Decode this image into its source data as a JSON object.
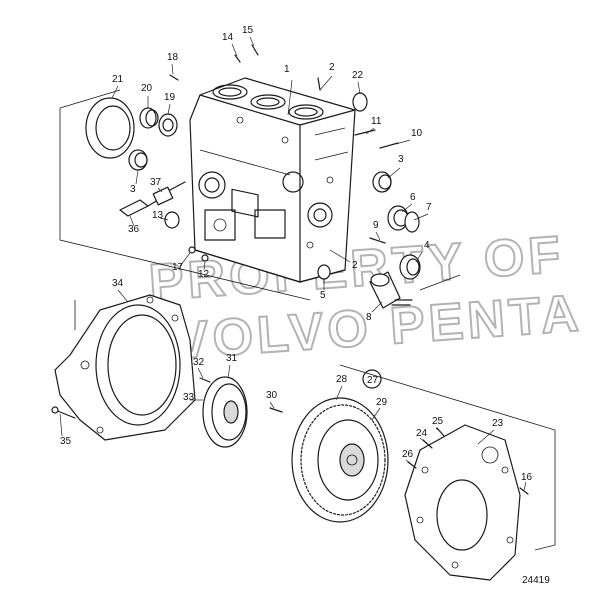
{
  "diagram": {
    "drawing_number": "24419",
    "watermark_line1": "PROPERTY OF",
    "watermark_line2": "VOLVO PENTA",
    "callouts": [
      {
        "id": "1",
        "label": "1"
      },
      {
        "id": "2a",
        "label": "2"
      },
      {
        "id": "2b",
        "label": "2"
      },
      {
        "id": "3a",
        "label": "3"
      },
      {
        "id": "3b",
        "label": "3"
      },
      {
        "id": "4",
        "label": "4"
      },
      {
        "id": "5",
        "label": "5"
      },
      {
        "id": "6",
        "label": "6"
      },
      {
        "id": "7",
        "label": "7"
      },
      {
        "id": "8",
        "label": "8"
      },
      {
        "id": "9",
        "label": "9"
      },
      {
        "id": "10",
        "label": "10"
      },
      {
        "id": "11",
        "label": "11"
      },
      {
        "id": "12",
        "label": "12"
      },
      {
        "id": "13",
        "label": "13"
      },
      {
        "id": "14",
        "label": "14"
      },
      {
        "id": "15",
        "label": "15"
      },
      {
        "id": "16",
        "label": "16"
      },
      {
        "id": "17",
        "label": "17"
      },
      {
        "id": "18",
        "label": "18"
      },
      {
        "id": "19",
        "label": "19"
      },
      {
        "id": "20",
        "label": "20"
      },
      {
        "id": "21",
        "label": "21"
      },
      {
        "id": "22",
        "label": "22"
      },
      {
        "id": "23",
        "label": "23"
      },
      {
        "id": "24",
        "label": "24"
      },
      {
        "id": "25",
        "label": "25"
      },
      {
        "id": "26",
        "label": "26"
      },
      {
        "id": "27",
        "label": "27"
      },
      {
        "id": "28",
        "label": "28"
      },
      {
        "id": "29",
        "label": "29"
      },
      {
        "id": "30",
        "label": "30"
      },
      {
        "id": "31",
        "label": "31"
      },
      {
        "id": "32",
        "label": "32"
      },
      {
        "id": "33",
        "label": "33"
      },
      {
        "id": "34",
        "label": "34"
      },
      {
        "id": "35",
        "label": "35"
      },
      {
        "id": "36",
        "label": "36"
      },
      {
        "id": "37",
        "label": "37"
      }
    ]
  }
}
